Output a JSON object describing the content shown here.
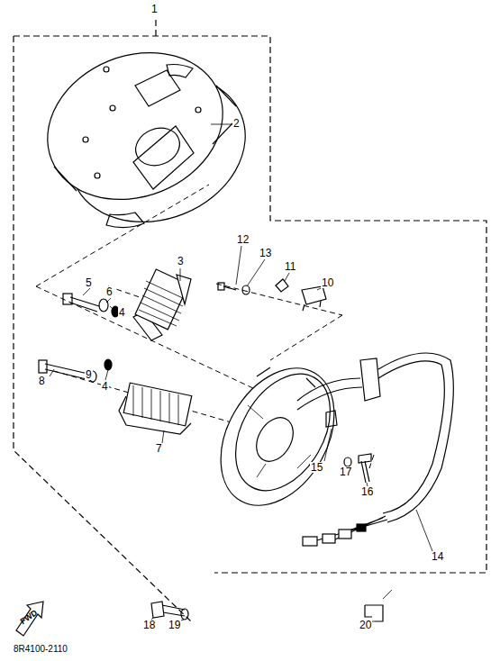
{
  "diagram": {
    "labels": [
      "1",
      "2",
      "3",
      "4",
      "4",
      "5",
      "6",
      "7",
      "8",
      "9",
      "10",
      "11",
      "12",
      "13",
      "14",
      "15",
      "16",
      "17",
      "18",
      "19",
      "20",
      "FWD",
      "8R4100-2110"
    ]
  }
}
